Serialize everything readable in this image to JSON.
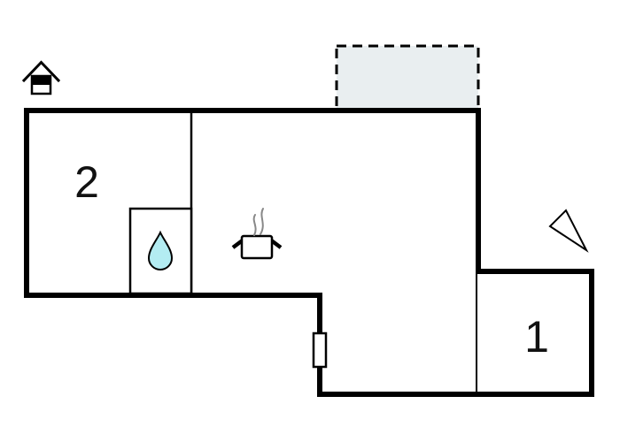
{
  "floor_plan": {
    "type": "property-floor-plan",
    "rooms": [
      {
        "label": "2",
        "name": "room-2",
        "kind": "bedroom-living"
      },
      {
        "label": "1",
        "name": "room-1",
        "kind": "bedroom"
      }
    ],
    "features": {
      "bathroom": "small room with water drop symbol",
      "kitchen": "cooking pot with steam symbol",
      "terrace": "dashed outline area at top",
      "window": "white rectangle marker on lower-left wall of bottom wing",
      "entrance_marker": "house icon top-left",
      "orientation": "triangular north arrow at right"
    },
    "icons": {
      "house": "house-icon",
      "water_drop": "water-drop-icon",
      "cooking_pot": "cooking-pot-icon",
      "steam": "steam-icon",
      "north_arrow": "north-arrow-icon",
      "window": "window-marker"
    },
    "colors": {
      "wall": "#000000",
      "background": "#ffffff",
      "terrace_fill": "#e9eef0",
      "drop_fill": "#b3ecf2",
      "steam": "#888888"
    }
  }
}
